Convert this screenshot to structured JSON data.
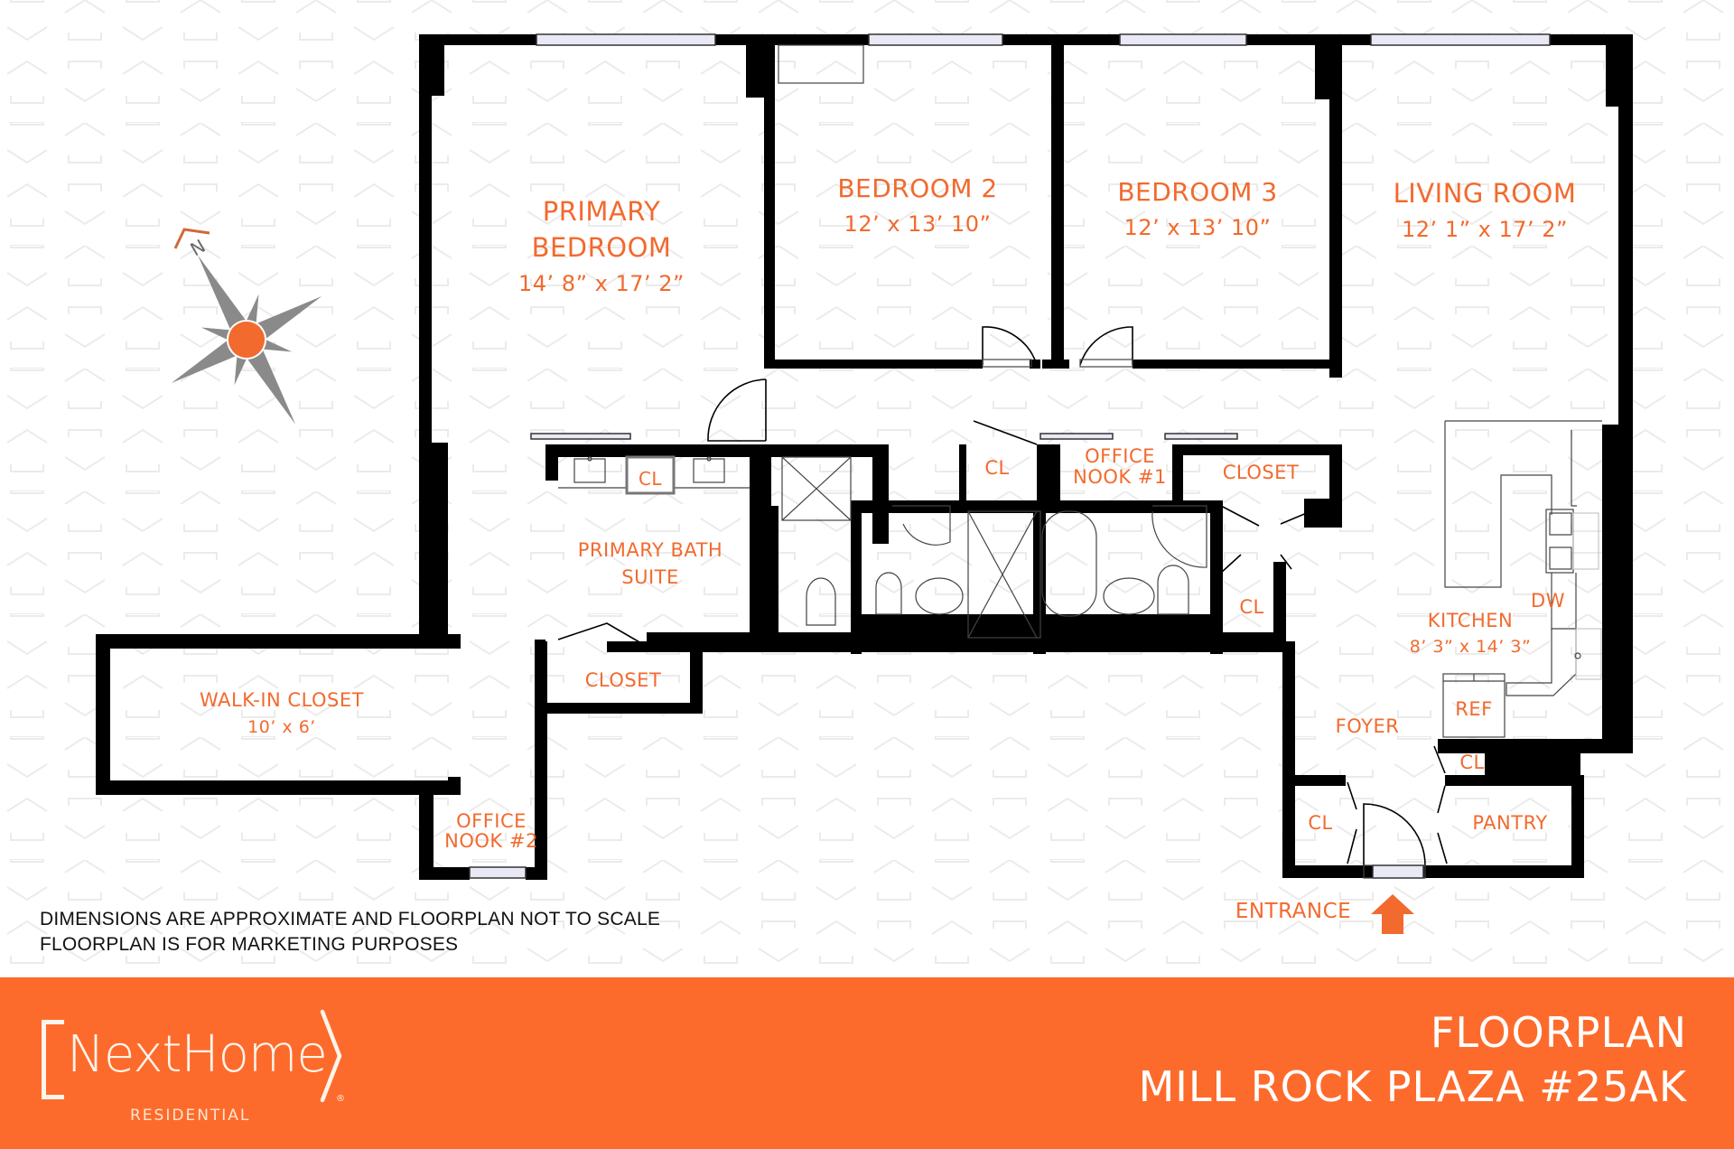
{
  "colors": {
    "accent": "#f26a2e",
    "footer_bg": "#fd6b2c",
    "wall": "#000000",
    "pattern": "#ececec",
    "compass_gray": "#8a8a8a",
    "compass_center": "#f26a2e"
  },
  "compass": {
    "north_label": "N",
    "icon": "compass-rose-icon"
  },
  "rooms": {
    "primary_bedroom": {
      "name_line1": "PRIMARY",
      "name_line2": "BEDROOM",
      "dims": "14’ 8” x 17’ 2”"
    },
    "bedroom2": {
      "name": "BEDROOM 2",
      "dims": "12’ x 13’ 10”"
    },
    "bedroom3": {
      "name": "BEDROOM 3",
      "dims": "12’ x 13’ 10”"
    },
    "living_room": {
      "name": "LIVING ROOM",
      "dims": "12’ 1” x 17’ 2”"
    },
    "primary_bath": {
      "name_line1": "PRIMARY BATH",
      "name_line2": "SUITE"
    },
    "primary_bath_cl": {
      "name": "CL"
    },
    "hall_cl": {
      "name": "CL"
    },
    "office_nook1": {
      "name_line1": "OFFICE",
      "name_line2": "NOOK #1"
    },
    "closet_hall": {
      "name": "CLOSET"
    },
    "foyer_cl_upper": {
      "name": "CL"
    },
    "kitchen": {
      "name": "KITCHEN",
      "dims": "8’ 3” x 14’ 3”"
    },
    "dw": {
      "name": "DW"
    },
    "ref": {
      "name": "REF"
    },
    "foyer": {
      "name": "FOYER"
    },
    "kitchen_cl": {
      "name": "CL"
    },
    "entry_cl": {
      "name": "CL"
    },
    "pantry": {
      "name": "PANTRY"
    },
    "walkin_closet": {
      "name": "WALK-IN CLOSET",
      "dims": "10’ x 6’"
    },
    "closet_bath": {
      "name": "CLOSET"
    },
    "office_nook2": {
      "name_line1": "OFFICE",
      "name_line2": "NOOK #2"
    }
  },
  "entrance": {
    "label": "ENTRANCE",
    "icon": "arrow-up-icon"
  },
  "disclaimer": {
    "line1": "DIMENSIONS ARE APPROXIMATE AND FLOORPLAN NOT TO SCALE",
    "line2": "FLOORPLAN IS FOR MARKETING PURPOSES"
  },
  "footer": {
    "logo_text": "NextHome",
    "logo_sub": "RESIDENTIAL",
    "logo_reg": "®",
    "title_line1": "FLOORPLAN",
    "title_line2": "MILL ROCK PLAZA #25AK"
  }
}
